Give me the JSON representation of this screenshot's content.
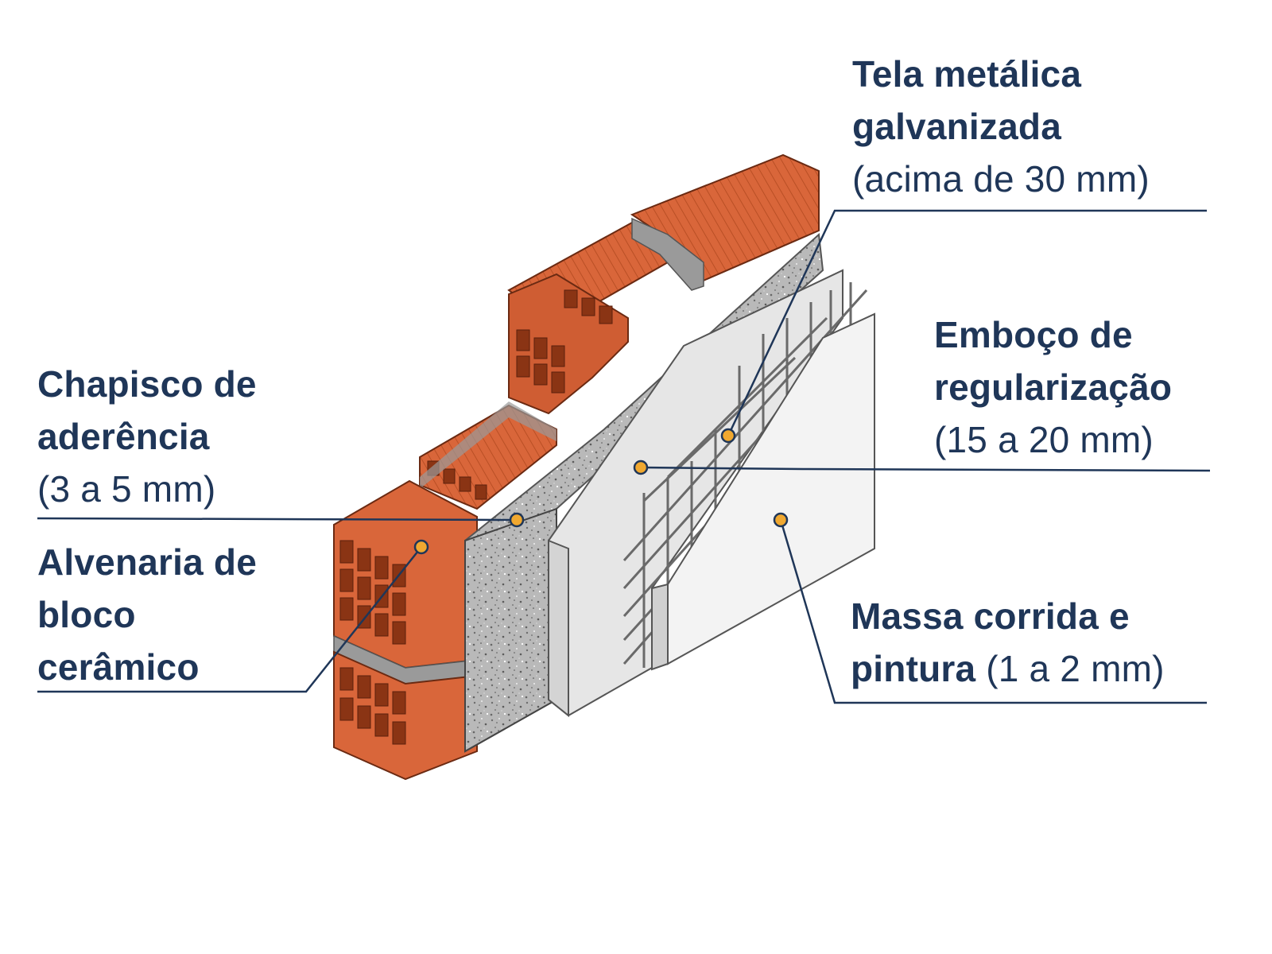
{
  "colors": {
    "text": "#1f3658",
    "leader": "#1f3658",
    "marker": "#f0a830",
    "brick": "#d9663a",
    "brick_dark": "#a8431f",
    "mortar": "#9a9a9a",
    "chapisco": "#b5b5b5",
    "emboco": "#e9e9e9",
    "finish": "#f4f4f4"
  },
  "labels": {
    "tela": {
      "line1": "Tela metálica",
      "line2": "galvanizada",
      "line3": "(acima de 30 mm)"
    },
    "emboco": {
      "line1": "Emboço de",
      "line2": "regularização",
      "line3": "(15 a 20 mm)"
    },
    "chapisco": {
      "line1": "Chapisco de",
      "line2": "aderência",
      "line3": "(3 a 5 mm)"
    },
    "alvenaria": {
      "line1": "Alvenaria de",
      "line2": "bloco",
      "line3": "cerâmico"
    },
    "massa": {
      "line1": "Massa corrida e",
      "line2_bold": "pintura",
      "line2_normal": " (1 a 2 mm)"
    }
  }
}
